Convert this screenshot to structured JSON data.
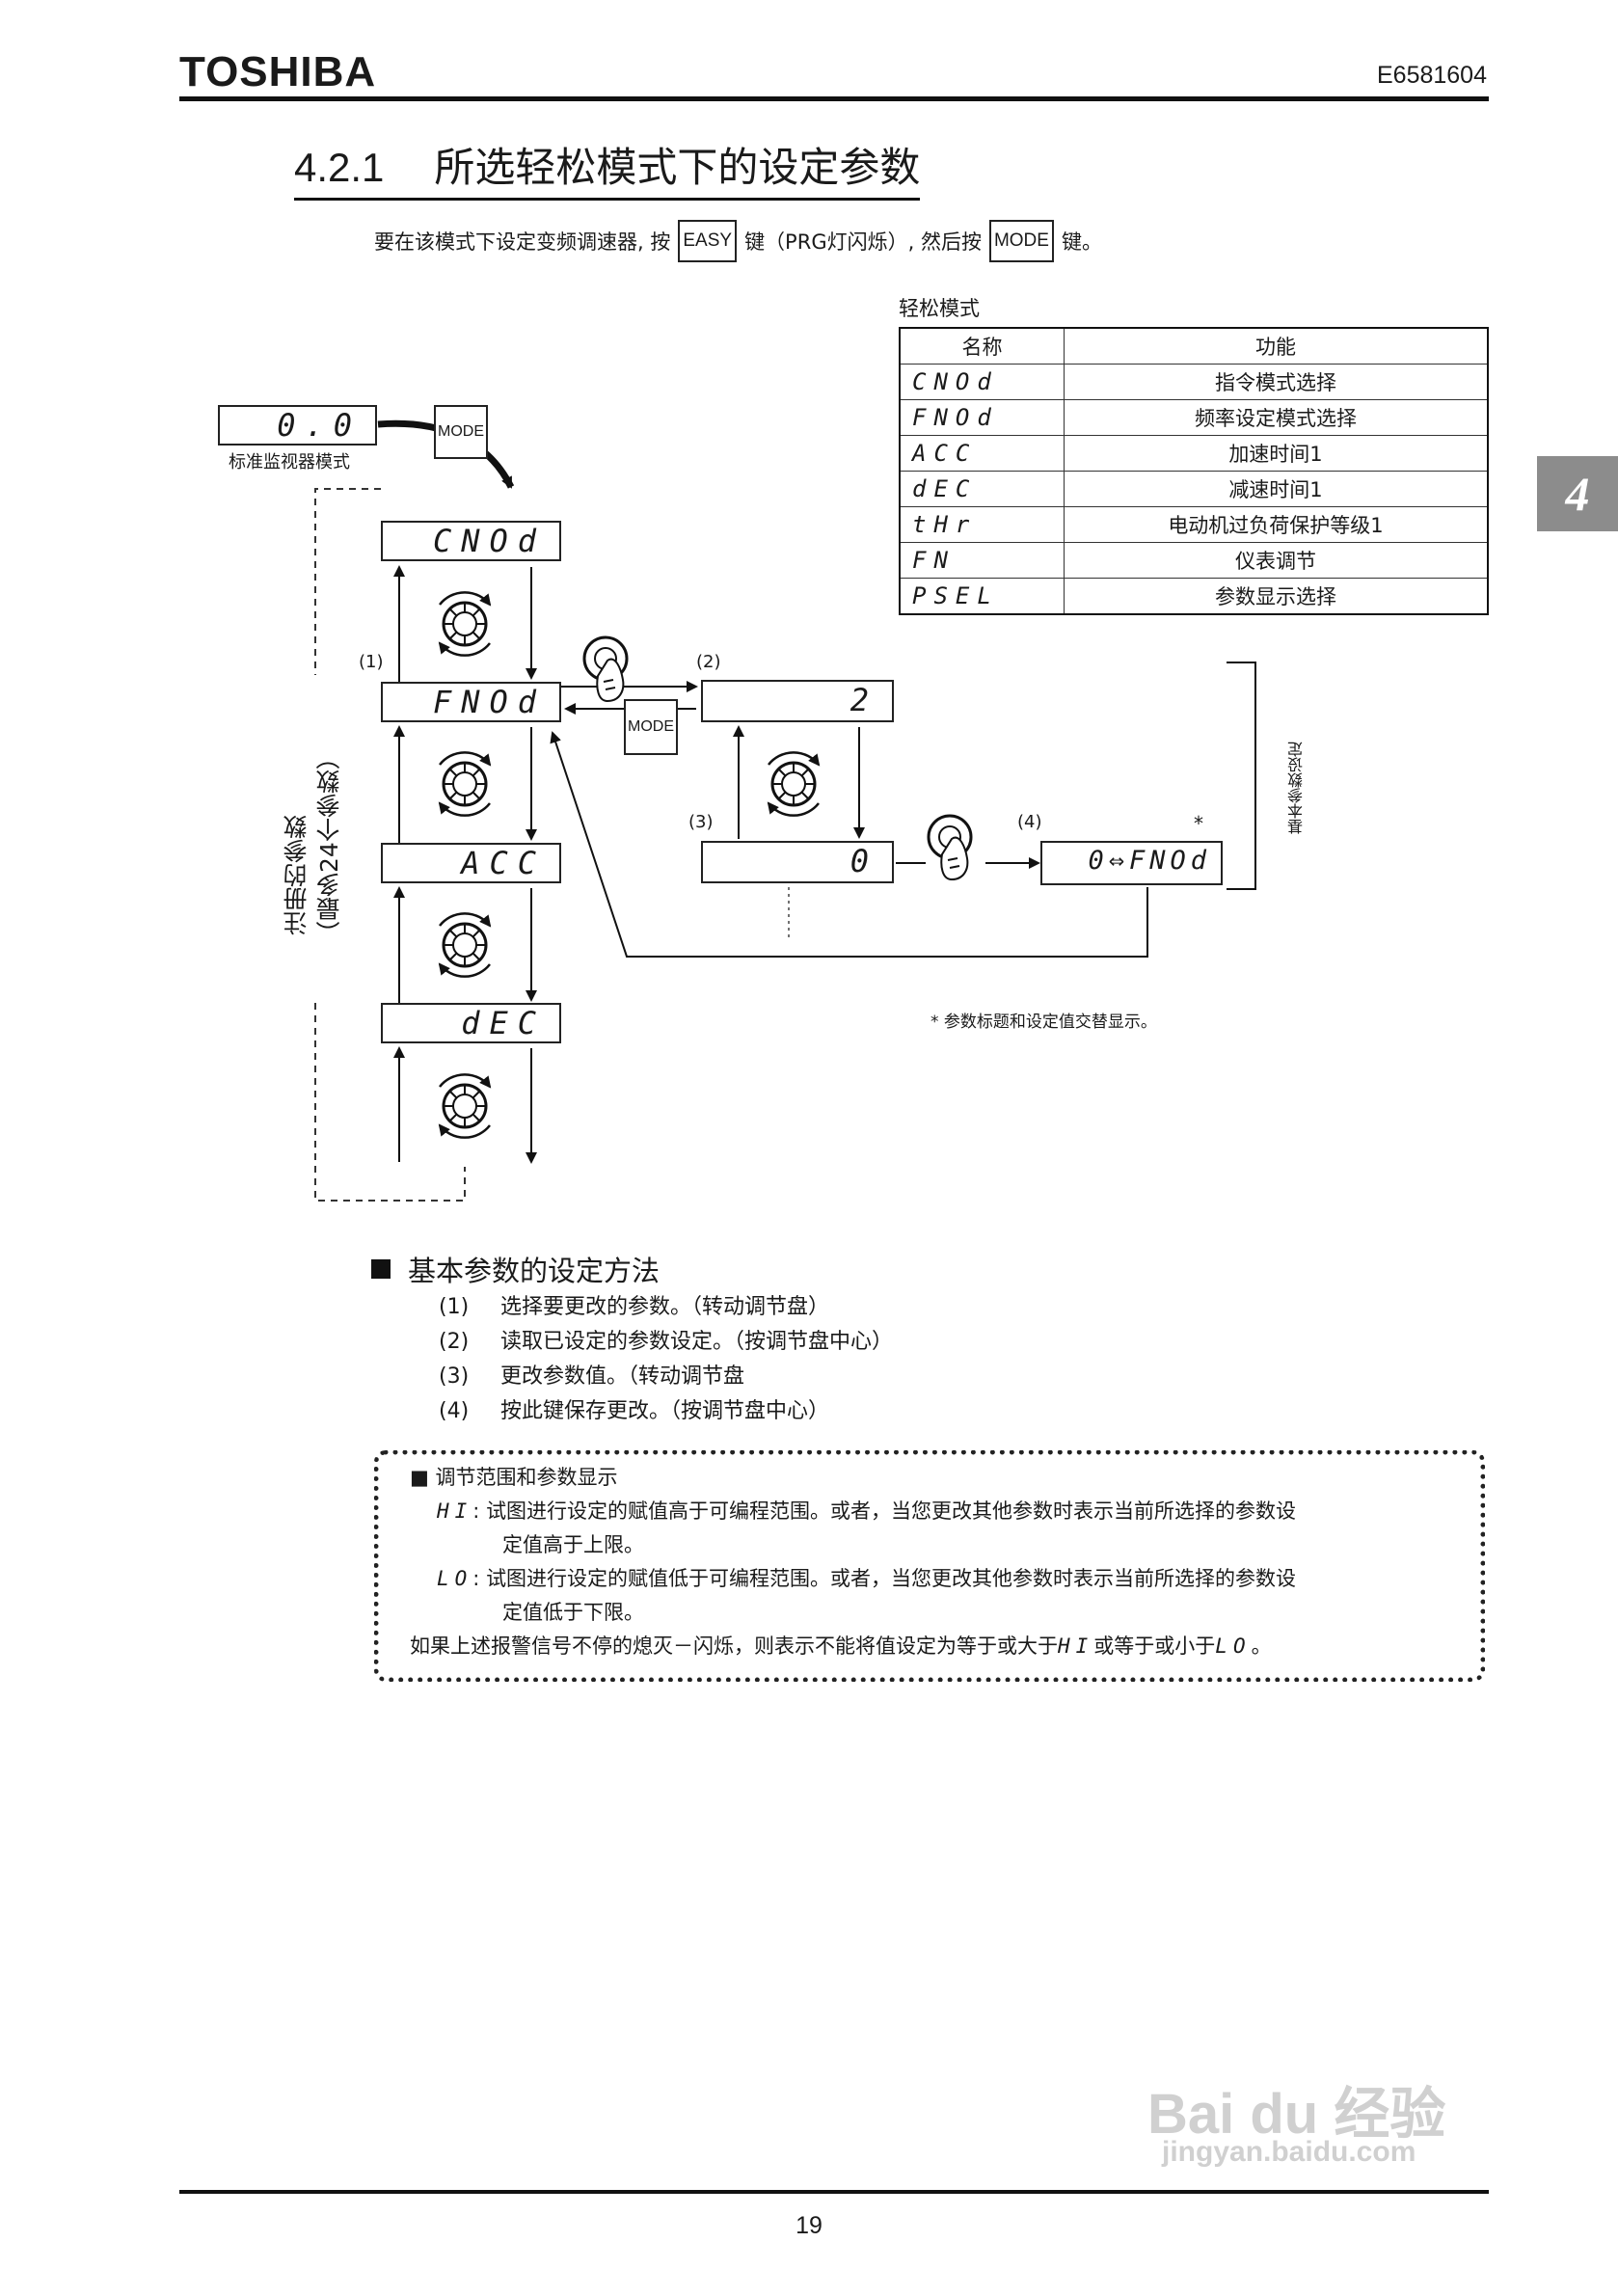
{
  "header": {
    "brand": "TOSHIBA",
    "doc_number": "E6581604"
  },
  "section": {
    "number": "4.2.1",
    "title": "所选轻松模式下的设定参数"
  },
  "intro": {
    "part1": "要在该模式下设定变频调速器, 按",
    "key1": "EASY",
    "part2": "键（PRG灯闪烁）, 然后按",
    "key2": "MODE",
    "part3": "键。"
  },
  "chapter_tab": "4",
  "easy_table": {
    "caption": "轻松模式",
    "headers": [
      "名称",
      "功能"
    ],
    "rows": [
      {
        "code": "CNOd",
        "function": "指令模式选择"
      },
      {
        "code": "FNOd",
        "function": "频率设定模式选择"
      },
      {
        "code": "ACC",
        "function": "加速时间1"
      },
      {
        "code": "dEC",
        "function": "减速时间1"
      },
      {
        "code": "tHr",
        "function": "电动机过负荷保护等级1"
      },
      {
        "code": "FN",
        "function": "仪表调节"
      },
      {
        "code": "PSEL",
        "function": "参数显示选择"
      }
    ]
  },
  "diagram": {
    "monitor_display": "0.0",
    "monitor_label": "标准监视器模式",
    "mode_key": "MODE",
    "param_displays": [
      "CNOd",
      "FNOd",
      "ACC",
      "dEC"
    ],
    "value_display_read": "2",
    "value_display_changed": "0",
    "saved_display": "0⇔FNOd",
    "step_markers": [
      "(1)",
      "(2)",
      "(3)",
      "(4)"
    ],
    "asterisk": "*",
    "registered_label_1": "注册的参数",
    "registered_label_2": "（最多24个参数）",
    "basic_setting_label": "基本参数设定",
    "footnote": "* 参数标题和设定值交替显示。"
  },
  "method": {
    "heading": "基本参数的设定方法",
    "steps": [
      {
        "n": "(1)",
        "text": "选择要更改的参数。（转动调节盘）"
      },
      {
        "n": "(2)",
        "text": "读取已设定的参数设定。（按调节盘中心）"
      },
      {
        "n": "(3)",
        "text": "更改参数值。（转动调节盘"
      },
      {
        "n": "(4)",
        "text": "按此键保存更改。（按调节盘中心）"
      }
    ]
  },
  "note": {
    "heading": "调节范围和参数显示",
    "hi_code": "HI",
    "hi_text_1": "试图进行设定的赋值高于可编程范围。或者，当您更改其他参数时表示当前所选择的参数设",
    "hi_text_2": "定值高于上限。",
    "lo_code": "LO",
    "lo_text_1": "试图进行设定的赋值低于可编程范围。或者，当您更改其他参数时表示当前所选择的参数设",
    "lo_text_2": "定值低于下限。",
    "final_1": "如果上述报警信号不停的熄灭－闪烁，则表示不能将值设定为等于或大于",
    "final_hi": "HI",
    "final_2": "或等于或小于",
    "final_lo": "LO",
    "final_3": "。"
  },
  "footer": {
    "page_number": "19"
  },
  "watermark": {
    "brand": "Bai du 经验",
    "url": "jingyan.baidu.com"
  }
}
